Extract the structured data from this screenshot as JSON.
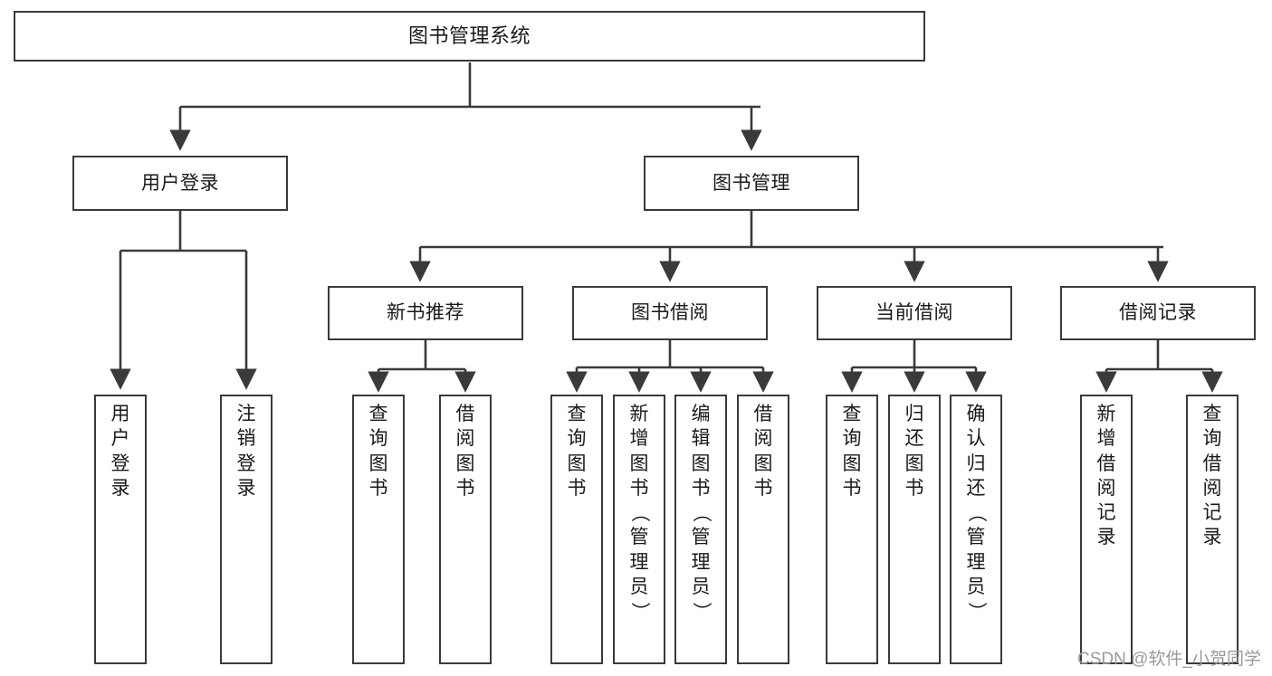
{
  "diagram": {
    "type": "hierarchy-tree",
    "title": "图书管理系统",
    "watermark": "CSDN @软件_小贺同学",
    "colors": {
      "box_border": "#3a3a3a",
      "box_fill": "#ffffff",
      "connector": "#3a3a3a",
      "text": "#1a1a1a",
      "watermark": "#9a9a9a"
    },
    "nodes": {
      "root": {
        "label": "图书管理系统",
        "level": 0
      },
      "l1": [
        {
          "id": "user_login",
          "label": "用户登录",
          "level": 1
        },
        {
          "id": "book_manage",
          "label": "图书管理",
          "level": 1
        }
      ],
      "l2": [
        {
          "id": "new_book_rec",
          "label": "新书推荐",
          "level": 2,
          "parent": "book_manage"
        },
        {
          "id": "book_borrow",
          "label": "图书借阅",
          "level": 2,
          "parent": "book_manage"
        },
        {
          "id": "current_borrow",
          "label": "当前借阅",
          "level": 2,
          "parent": "book_manage"
        },
        {
          "id": "borrow_record",
          "label": "借阅记录",
          "level": 2,
          "parent": "book_manage"
        }
      ],
      "leaves": [
        {
          "id": "leaf_user_login",
          "label": "用户登录",
          "chars": [
            "用",
            "户",
            "登",
            "录"
          ],
          "parent": "user_login"
        },
        {
          "id": "leaf_logout",
          "label": "注销登录",
          "chars": [
            "注",
            "销",
            "登",
            "录"
          ],
          "parent": "user_login"
        },
        {
          "id": "leaf_query_book_1",
          "label": "查询图书",
          "chars": [
            "查",
            "询",
            "图",
            "书"
          ],
          "parent": "new_book_rec"
        },
        {
          "id": "leaf_borrow_book_1",
          "label": "借阅图书",
          "chars": [
            "借",
            "阅",
            "图",
            "书"
          ],
          "parent": "new_book_rec"
        },
        {
          "id": "leaf_query_book_2",
          "label": "查询图书",
          "chars": [
            "查",
            "询",
            "图",
            "书"
          ],
          "parent": "book_borrow"
        },
        {
          "id": "leaf_add_book",
          "label": "新增图书（管理员）",
          "chars": [
            "新",
            "增",
            "图",
            "书",
            "（",
            "管",
            "理",
            "员",
            "）"
          ],
          "parent": "book_borrow"
        },
        {
          "id": "leaf_edit_book",
          "label": "编辑图书（管理员）",
          "chars": [
            "编",
            "辑",
            "图",
            "书",
            "（",
            "管",
            "理",
            "员",
            "）"
          ],
          "parent": "book_borrow"
        },
        {
          "id": "leaf_borrow_book_2",
          "label": "借阅图书",
          "chars": [
            "借",
            "阅",
            "图",
            "书"
          ],
          "parent": "book_borrow"
        },
        {
          "id": "leaf_query_book_3",
          "label": "查询图书",
          "chars": [
            "查",
            "询",
            "图",
            "书"
          ],
          "parent": "current_borrow"
        },
        {
          "id": "leaf_return_book",
          "label": "归还图书",
          "chars": [
            "归",
            "还",
            "图",
            "书"
          ],
          "parent": "current_borrow"
        },
        {
          "id": "leaf_confirm_return",
          "label": "确认归还（管理员）",
          "chars": [
            "确",
            "认",
            "归",
            "还",
            "（",
            "管",
            "理",
            "员",
            "）"
          ],
          "parent": "current_borrow"
        },
        {
          "id": "leaf_add_record",
          "label": "新增借阅记录",
          "chars": [
            "新",
            "增",
            "借",
            "阅",
            "记",
            "录"
          ],
          "parent": "borrow_record"
        },
        {
          "id": "leaf_query_record",
          "label": "查询借阅记录",
          "chars": [
            "查",
            "询",
            "借",
            "阅",
            "记",
            "录"
          ],
          "parent": "borrow_record"
        }
      ]
    }
  }
}
